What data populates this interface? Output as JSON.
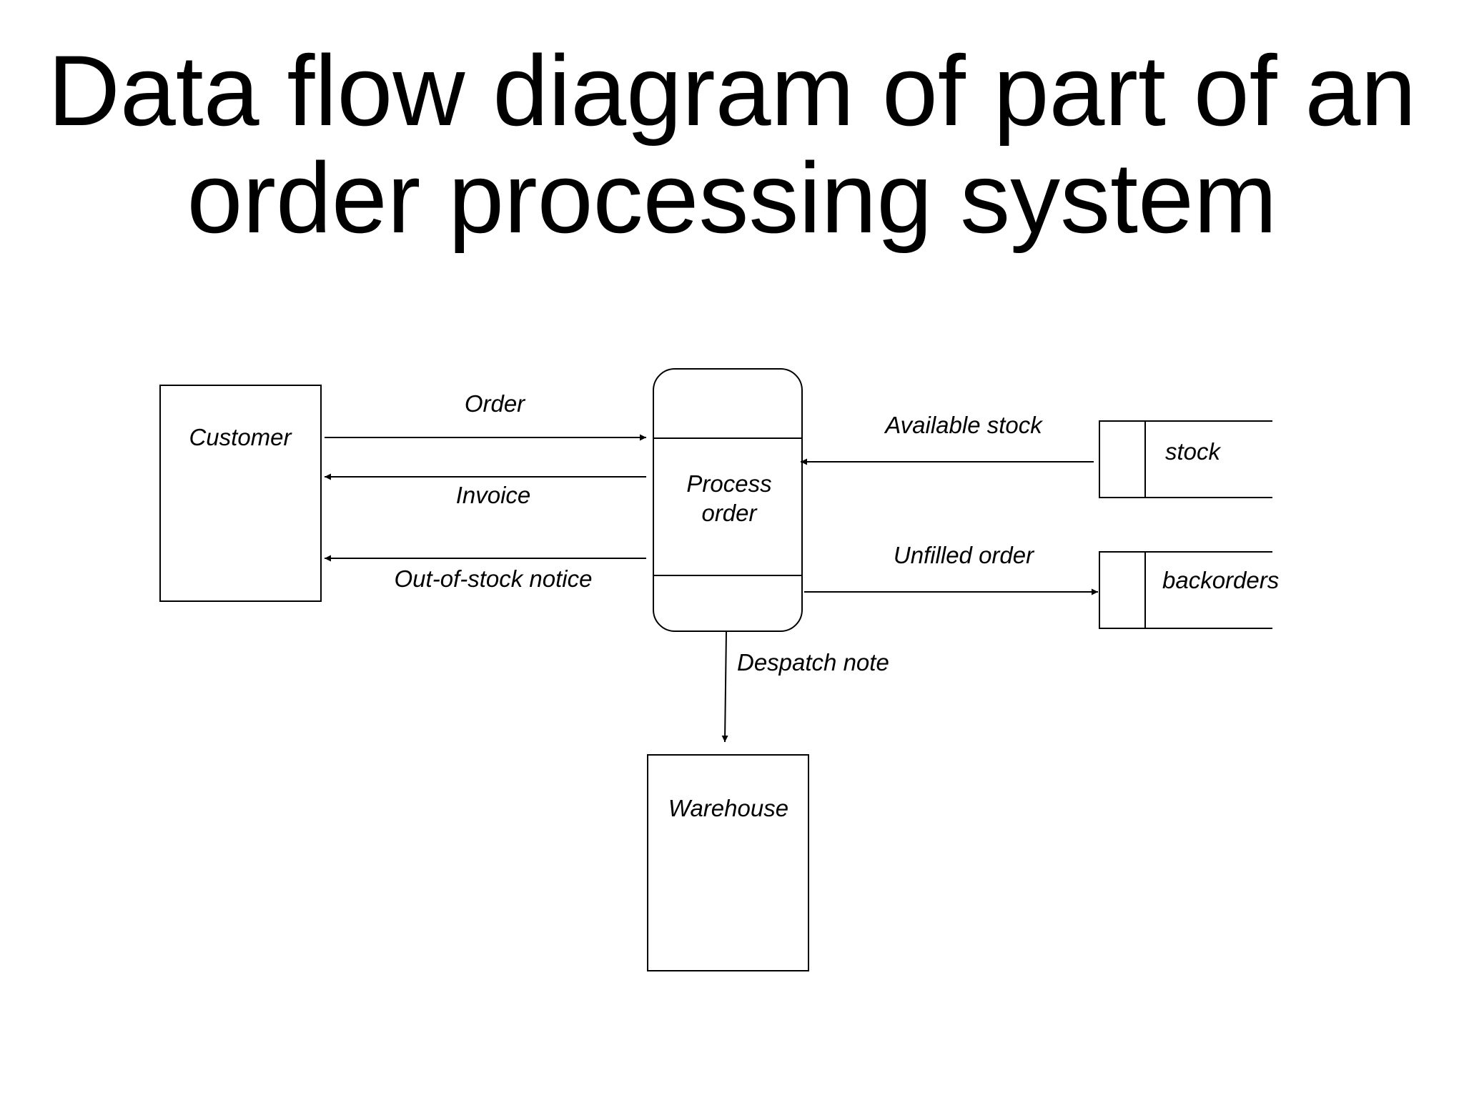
{
  "title": {
    "line1": "Data flow diagram of part of an",
    "line2": "order processing system"
  },
  "entities": {
    "customer": "Customer",
    "warehouse": "Warehouse"
  },
  "process": {
    "line1": "Process",
    "line2": "order"
  },
  "stores": {
    "stock": "stock",
    "backorders": "backorders"
  },
  "flows": {
    "order": "Order",
    "invoice": "Invoice",
    "out_of_stock": "Out-of-stock notice",
    "available_stock": "Available stock",
    "unfilled_order": "Unfilled order",
    "despatch_note": "Despatch note"
  },
  "colors": {
    "line": "#000000",
    "background": "#ffffff"
  }
}
